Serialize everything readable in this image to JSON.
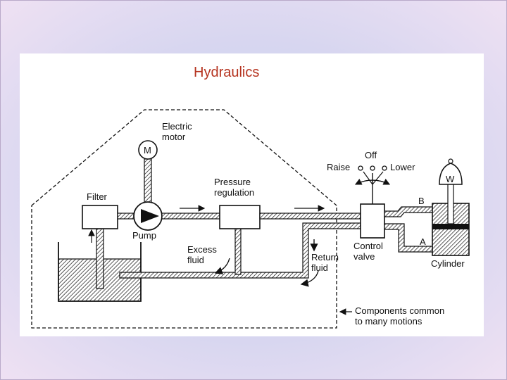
{
  "slide": {
    "title": "Hydraulics"
  },
  "diagram": {
    "labels": {
      "electric_motor_1": "Electric",
      "electric_motor_2": "motor",
      "motor_symbol": "M",
      "filter": "Filter",
      "pump": "Pump",
      "pressure_1": "Pressure",
      "pressure_2": "regulation",
      "excess_1": "Excess",
      "excess_2": "fluid",
      "return_1": "Return",
      "return_2": "fluid",
      "control_1": "Control",
      "control_2": "valve",
      "off": "Off",
      "raise": "Raise",
      "lower": "Lower",
      "port_b": "B",
      "port_a": "A",
      "weight": "W",
      "cylinder": "Cylinder",
      "common_1": "Components common",
      "common_2": "to many motions"
    }
  }
}
